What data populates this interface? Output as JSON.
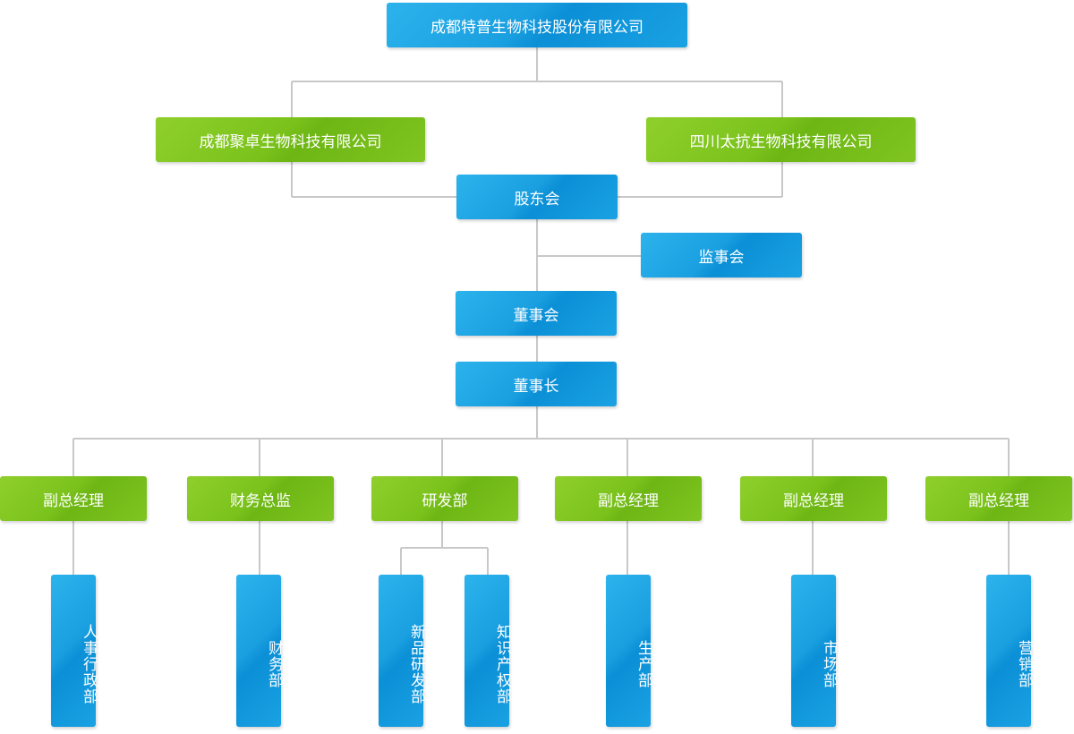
{
  "top": {
    "label": "成都特普生物科技股份有限公司"
  },
  "shareholders": [
    {
      "label": "成都聚卓生物科技有限公司"
    },
    {
      "label": "四川太抗生物科技有限公司"
    }
  ],
  "board": {
    "shareholders_meeting": "股东会",
    "supervisory_board": "监事会",
    "board_of_directors": "董事会",
    "chairman": "董事长"
  },
  "managers": [
    {
      "label": "副总经理"
    },
    {
      "label": "财务总监"
    },
    {
      "label": "研发部"
    },
    {
      "label": "副总经理"
    },
    {
      "label": "副总经理"
    },
    {
      "label": "副总经理"
    }
  ],
  "departments": [
    {
      "label": "人事行政部"
    },
    {
      "label": "财务部"
    },
    {
      "label": "新品研发部"
    },
    {
      "label": "知识产权部"
    },
    {
      "label": "生产部"
    },
    {
      "label": "市场部"
    },
    {
      "label": "营销部"
    }
  ],
  "colors": {
    "blue_box": "#1a9fe0",
    "green_box": "#7bc21c",
    "connector": "#c8c8c8",
    "text": "#ffffff"
  }
}
